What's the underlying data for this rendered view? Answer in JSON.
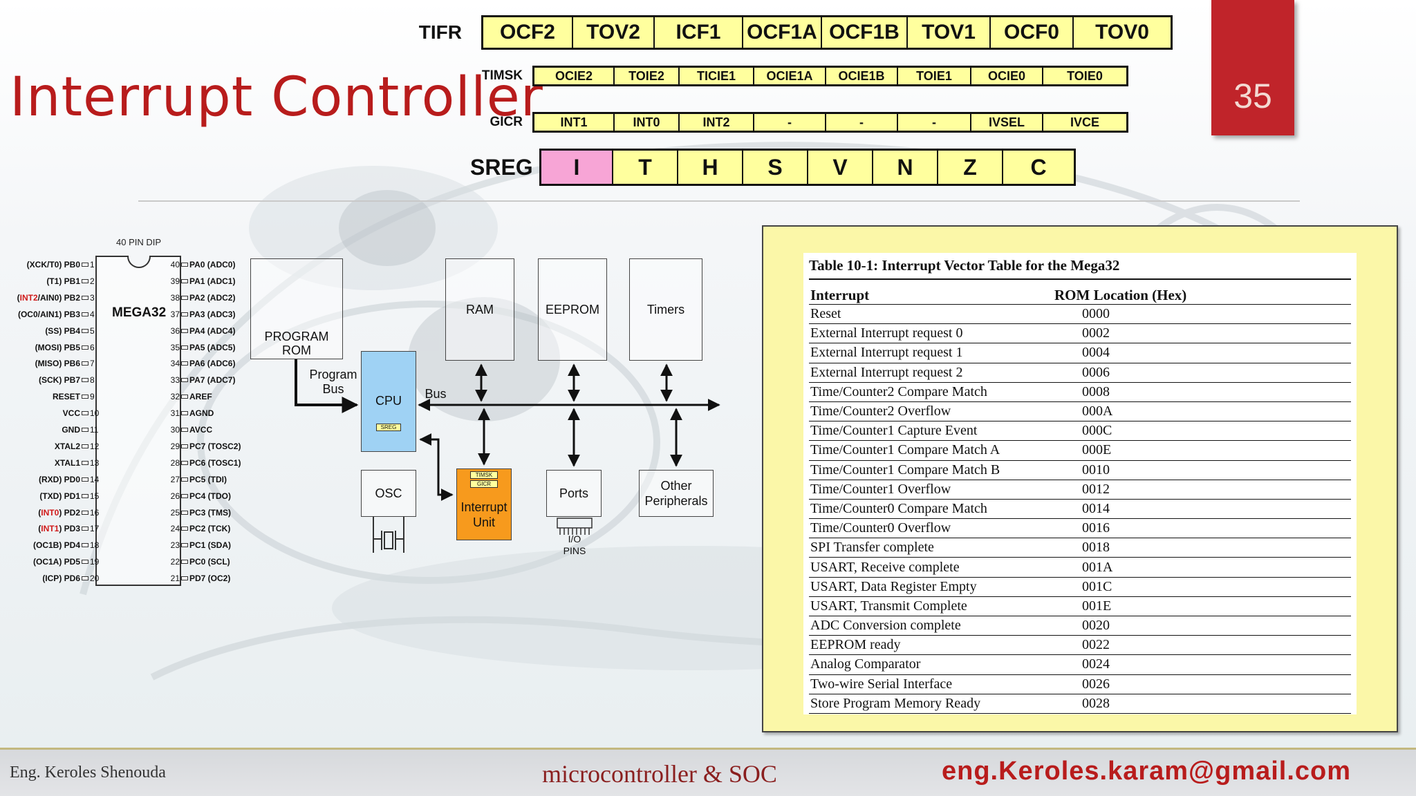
{
  "title": "Interrupt Controller",
  "slide_number": "35",
  "registers": {
    "tifr": {
      "label": "TIFR",
      "bits": [
        "OCF2",
        "TOV2",
        "ICF1",
        "OCF1A",
        "OCF1B",
        "TOV1",
        "OCF0",
        "TOV0"
      ]
    },
    "timsk": {
      "label": "TIMSK",
      "bits": [
        "OCIE2",
        "TOIE2",
        "TICIE1",
        "OCIE1A",
        "OCIE1B",
        "TOIE1",
        "OCIE0",
        "TOIE0"
      ]
    },
    "gicr": {
      "label": "GICR",
      "bits": [
        "INT1",
        "INT0",
        "INT2",
        "-",
        "-",
        "-",
        "IVSEL",
        "IVCE"
      ]
    },
    "sreg": {
      "label": "SREG",
      "bits": [
        "I",
        "T",
        "H",
        "S",
        "V",
        "N",
        "Z",
        "C"
      ],
      "highlighted_bit": "I"
    }
  },
  "chip": {
    "package_label": "40 PIN DIP",
    "name": "MEGA32",
    "left_pins": [
      {
        "num": "1",
        "pre": "",
        "red": "",
        "post": "(XCK/T0) PB0"
      },
      {
        "num": "2",
        "pre": "",
        "red": "",
        "post": "(T1) PB1"
      },
      {
        "num": "3",
        "pre": "(",
        "red": "INT2",
        "post": "/AIN0) PB2"
      },
      {
        "num": "4",
        "pre": "",
        "red": "",
        "post": "(OC0/AIN1) PB3"
      },
      {
        "num": "5",
        "pre": "",
        "red": "",
        "post": "(SS) PB4"
      },
      {
        "num": "6",
        "pre": "",
        "red": "",
        "post": "(MOSI) PB5"
      },
      {
        "num": "7",
        "pre": "",
        "red": "",
        "post": "(MISO) PB6"
      },
      {
        "num": "8",
        "pre": "",
        "red": "",
        "post": "(SCK) PB7"
      },
      {
        "num": "9",
        "pre": "",
        "red": "",
        "post": "RESET"
      },
      {
        "num": "10",
        "pre": "",
        "red": "",
        "post": "VCC"
      },
      {
        "num": "11",
        "pre": "",
        "red": "",
        "post": "GND"
      },
      {
        "num": "12",
        "pre": "",
        "red": "",
        "post": "XTAL2"
      },
      {
        "num": "13",
        "pre": "",
        "red": "",
        "post": "XTAL1"
      },
      {
        "num": "14",
        "pre": "",
        "red": "",
        "post": "(RXD) PD0"
      },
      {
        "num": "15",
        "pre": "",
        "red": "",
        "post": "(TXD) PD1"
      },
      {
        "num": "16",
        "pre": "(",
        "red": "INT0",
        "post": ") PD2"
      },
      {
        "num": "17",
        "pre": "(",
        "red": "INT1",
        "post": ") PD3"
      },
      {
        "num": "18",
        "pre": "",
        "red": "",
        "post": "(OC1B) PD4"
      },
      {
        "num": "19",
        "pre": "",
        "red": "",
        "post": "(OC1A) PD5"
      },
      {
        "num": "20",
        "pre": "",
        "red": "",
        "post": "(ICP) PD6"
      }
    ],
    "right_pins": [
      {
        "num": "40",
        "label": "PA0 (ADC0)"
      },
      {
        "num": "39",
        "label": "PA1 (ADC1)"
      },
      {
        "num": "38",
        "label": "PA2 (ADC2)"
      },
      {
        "num": "37",
        "label": "PA3 (ADC3)"
      },
      {
        "num": "36",
        "label": "PA4 (ADC4)"
      },
      {
        "num": "35",
        "label": "PA5 (ADC5)"
      },
      {
        "num": "34",
        "label": "PA6 (ADC6)"
      },
      {
        "num": "33",
        "label": "PA7 (ADC7)"
      },
      {
        "num": "32",
        "label": "AREF"
      },
      {
        "num": "31",
        "label": "AGND"
      },
      {
        "num": "30",
        "label": "AVCC"
      },
      {
        "num": "29",
        "label": "PC7 (TOSC2)"
      },
      {
        "num": "28",
        "label": "PC6 (TOSC1)"
      },
      {
        "num": "27",
        "label": "PC5 (TDI)"
      },
      {
        "num": "26",
        "label": "PC4 (TDO)"
      },
      {
        "num": "25",
        "label": "PC3 (TMS)"
      },
      {
        "num": "24",
        "label": "PC2 (TCK)"
      },
      {
        "num": "23",
        "label": "PC1 (SDA)"
      },
      {
        "num": "22",
        "label": "PC0 (SCL)"
      },
      {
        "num": "21",
        "label": "PD7 (OC2)"
      }
    ]
  },
  "diagram": {
    "program_rom": "PROGRAM\nROM",
    "program_bus": "Program\nBus",
    "cpu": "CPU",
    "cpu_sreg": "SREG",
    "bus": "Bus",
    "ram": "RAM",
    "eeprom": "EEPROM",
    "timers": "Timers",
    "osc": "OSC",
    "interrupt_unit": "Interrupt\nUnit",
    "iu_timsk": "TIMSK",
    "iu_gicr": "GICR",
    "ports": "Ports",
    "io_pins": "I/O\nPINS",
    "other_peripherals": "Other\nPeripherals"
  },
  "vector_table": {
    "caption": "Table 10-1: Interrupt Vector Table for the Mega32",
    "headers": [
      "Interrupt",
      "ROM Location (Hex)"
    ],
    "rows": [
      [
        "Reset",
        "0000"
      ],
      [
        "External Interrupt request 0",
        "0002"
      ],
      [
        "External Interrupt request 1",
        "0004"
      ],
      [
        "External Interrupt request 2",
        "0006"
      ],
      [
        "Time/Counter2 Compare Match",
        "0008"
      ],
      [
        "Time/Counter2 Overflow",
        "000A"
      ],
      [
        "Time/Counter1 Capture Event",
        "000C"
      ],
      [
        "Time/Counter1 Compare Match A",
        "000E"
      ],
      [
        "Time/Counter1 Compare Match B",
        "0010"
      ],
      [
        "Time/Counter1 Overflow",
        "0012"
      ],
      [
        "Time/Counter0 Compare Match",
        "0014"
      ],
      [
        "Time/Counter0 Overflow",
        "0016"
      ],
      [
        "SPI Transfer complete",
        "0018"
      ],
      [
        "USART, Receive complete",
        "001A"
      ],
      [
        "USART, Data Register Empty",
        "001C"
      ],
      [
        "USART, Transmit Complete",
        "001E"
      ],
      [
        "ADC Conversion complete",
        "0020"
      ],
      [
        "EEPROM ready",
        "0022"
      ],
      [
        "Analog Comparator",
        "0024"
      ],
      [
        "Two-wire Serial Interface",
        "0026"
      ],
      [
        "Store Program Memory Ready",
        "0028"
      ]
    ]
  },
  "footer": {
    "author": "Eng. Keroles Shenouda",
    "course": "microcontroller & SOC",
    "email": "eng.Keroles.karam@gmail.com"
  },
  "colors": {
    "title_red": "#b81c1c",
    "register_yellow": "#ffff9e",
    "sreg_i_pink": "#f7a5d6",
    "cpu_blue": "#9fd2f4",
    "interrupt_orange": "#f79a1d",
    "table_panel_yellow": "#fbf7a8",
    "slide_badge_red": "#c0242a"
  }
}
